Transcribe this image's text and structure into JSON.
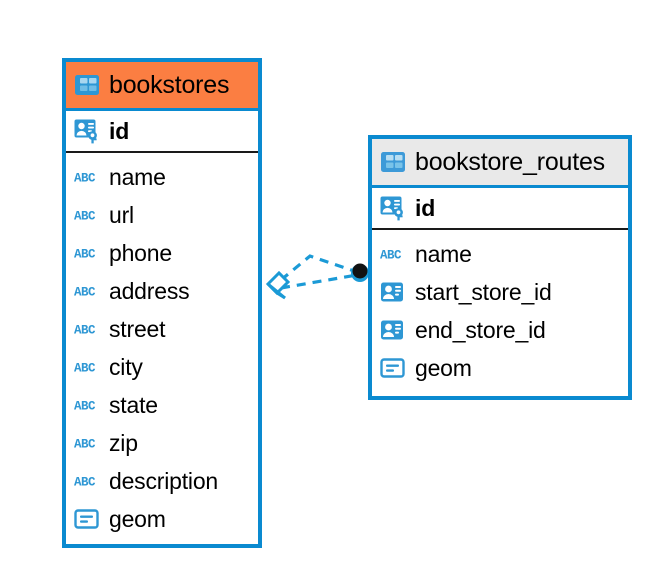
{
  "diagram": {
    "type": "entity-relationship-diagram",
    "background": "#ffffff",
    "accent_color": "#0a8ad0",
    "highlight_color": "#fb7e42",
    "neutral_header_color": "#e9e9e9",
    "icon_colors": {
      "table": "#3d9ad8",
      "key": "#2e97d4",
      "text_type": "#2e97d4",
      "geometry": "#2e97d4",
      "foreign_key": "#2e97d4"
    }
  },
  "entities": [
    {
      "name": "bookstores",
      "header_style": "accent",
      "header_icon": "table-icon",
      "primary_key": {
        "label": "id",
        "icon": "primary-key-icon"
      },
      "fields": [
        {
          "label": "name",
          "icon": "text-type-icon"
        },
        {
          "label": "url",
          "icon": "text-type-icon"
        },
        {
          "label": "phone",
          "icon": "text-type-icon"
        },
        {
          "label": "address",
          "icon": "text-type-icon"
        },
        {
          "label": "street",
          "icon": "text-type-icon"
        },
        {
          "label": "city",
          "icon": "text-type-icon"
        },
        {
          "label": "state",
          "icon": "text-type-icon"
        },
        {
          "label": "zip",
          "icon": "text-type-icon"
        },
        {
          "label": "description",
          "icon": "text-type-icon"
        },
        {
          "label": "geom",
          "icon": "geometry-icon"
        }
      ]
    },
    {
      "name": "bookstore_routes",
      "header_style": "neutral",
      "header_icon": "table-icon",
      "primary_key": {
        "label": "id",
        "icon": "primary-key-icon"
      },
      "fields": [
        {
          "label": "name",
          "icon": "text-type-icon"
        },
        {
          "label": "start_store_id",
          "icon": "foreign-key-icon"
        },
        {
          "label": "end_store_id",
          "icon": "foreign-key-icon"
        },
        {
          "label": "geom",
          "icon": "geometry-icon"
        }
      ]
    }
  ],
  "relationship": {
    "style": "dashed",
    "color": "#1b9ad6",
    "source_marker": "zero-or-one-diamond",
    "target_marker": "one-filled-circle",
    "source_entity": "bookstores",
    "target_entity": "bookstore_routes",
    "branch_count": 2
  },
  "icon_glyphs": {
    "text_type_label": "ABC"
  }
}
